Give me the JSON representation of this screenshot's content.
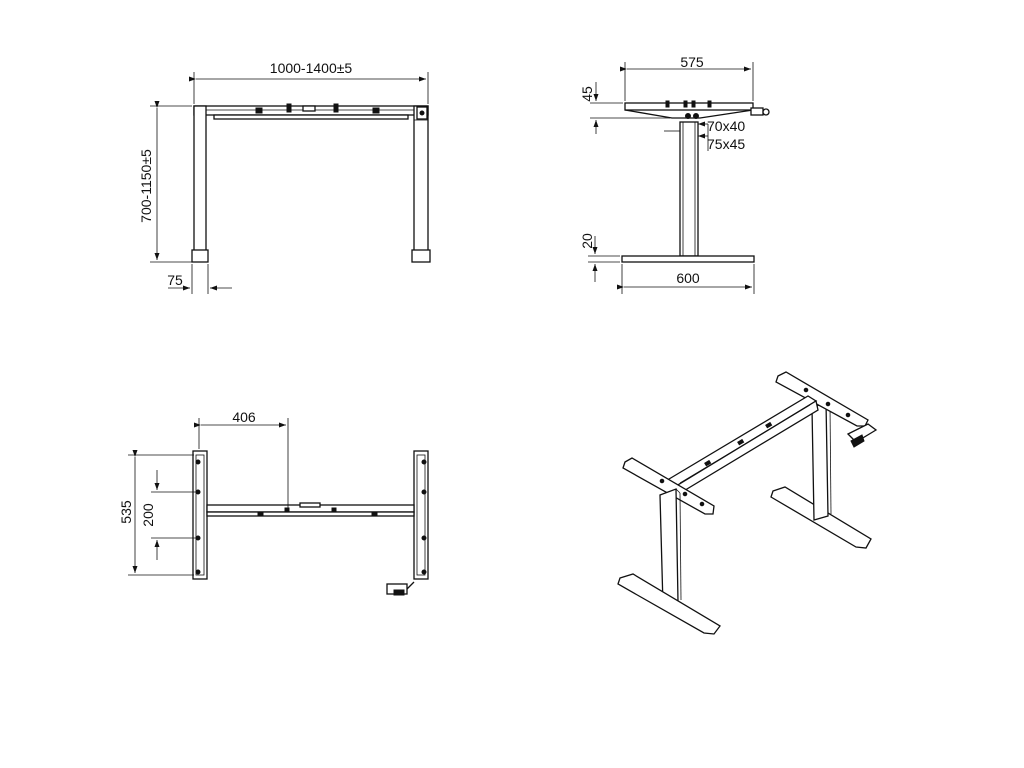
{
  "front_view": {
    "width_label": "1000-1400±5",
    "height_label": "700-1150±5",
    "leg_width_label": "75"
  },
  "side_view": {
    "top_depth_label": "575",
    "bracket_height_label": "45",
    "tube_inner_label": "70x40",
    "tube_outer_label": "75x45",
    "foot_height_label": "20",
    "foot_length_label": "600"
  },
  "top_view": {
    "offset_label": "406",
    "depth_label": "535",
    "hole_spacing_label": "200"
  },
  "colors": {
    "line": "#111111",
    "background": "#ffffff"
  }
}
